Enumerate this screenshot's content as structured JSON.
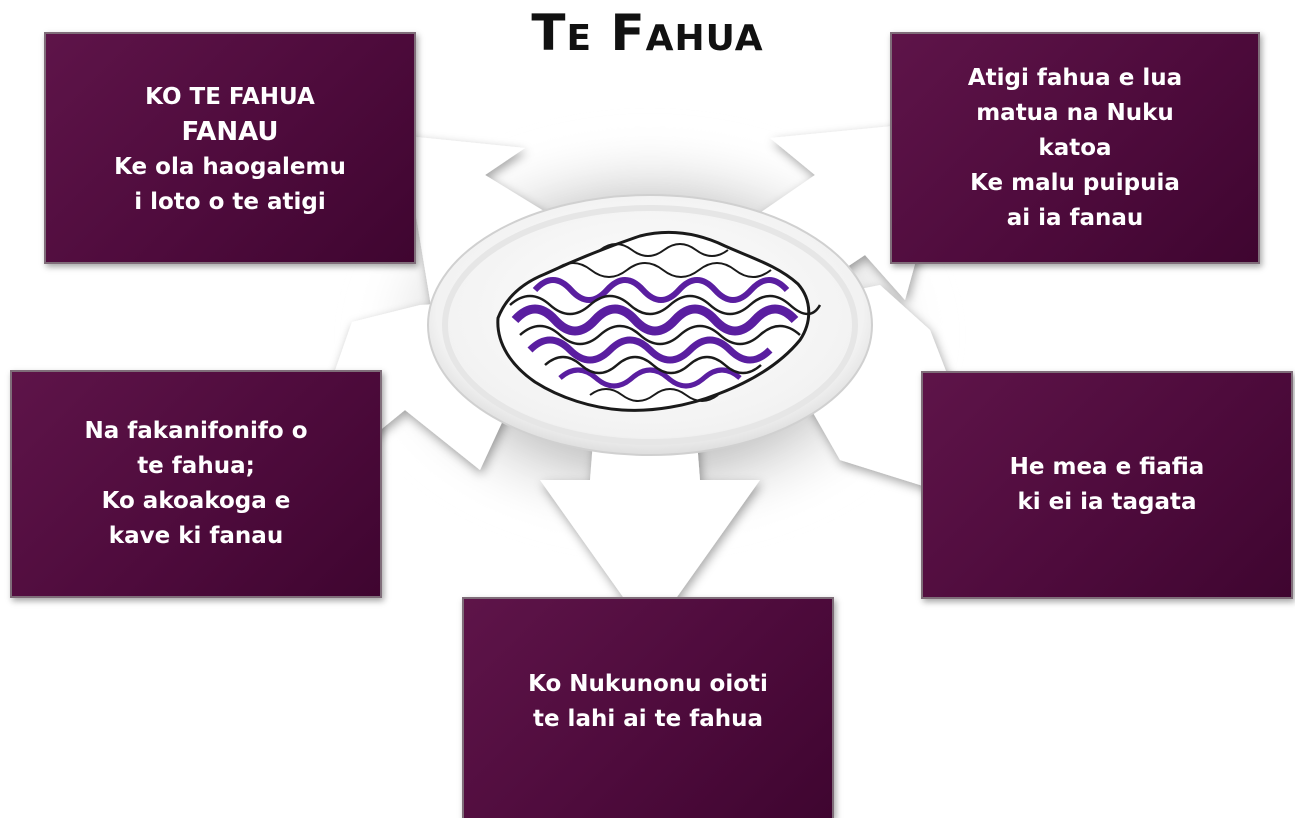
{
  "title": {
    "first_letter": "T",
    "first_rest": "E",
    "second_letter": "F",
    "second_rest": "AHUA"
  },
  "boxes": {
    "top_left": [
      "KO TE FAHUA",
      "FANAU",
      "Ke ola haogalemu",
      "i loto o te atigi"
    ],
    "top_right": [
      "Atigi fahua e lua",
      "matua na Nuku",
      "katoa",
      "Ke malu puipuia",
      "ai ia fanau"
    ],
    "middle_left": [
      "Na fakanifonifo o",
      "te fahua;",
      "Ko akoakoga e",
      "kave ki fanau"
    ],
    "middle_right": [
      "He mea e fiafia",
      "ki ei ia tagata"
    ],
    "bottom": [
      "Ko Nukunonu oioti",
      "te lahi ai te fahua"
    ]
  },
  "colors": {
    "box_fill": "#4e0b3c",
    "box_border": "#7f6d79",
    "arrow_fill": "#ffffff",
    "shadow": "#9a9a9a",
    "clam_purple": "#5a1ea0",
    "clam_outline": "#1a1a1a"
  },
  "icons": {
    "center": "giant-clam-shell-icon"
  }
}
